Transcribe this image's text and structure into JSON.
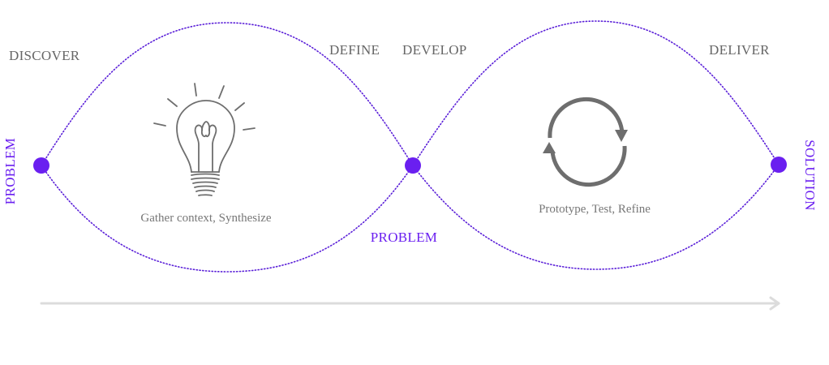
{
  "colors": {
    "accent": "#6a1ff0",
    "loop": "#5a1fd8",
    "label": "#666666",
    "caption": "#777777",
    "icon": "#6e6e6e",
    "arrow": "#dcdcdc"
  },
  "phases": {
    "discover": "DISCOVER",
    "define": "DEFINE",
    "develop": "DEVELOP",
    "deliver": "DELIVER"
  },
  "nodes": {
    "start_label": "PROBLEM",
    "middle_label": "PROBLEM",
    "end_label": "SOLUTION"
  },
  "captions": {
    "first_diamond": "Gather context, Synthesize",
    "second_diamond": "Prototype, Test, Refine"
  },
  "icons": {
    "first_diamond": "lightbulb-icon",
    "second_diamond": "refresh-cycle-icon",
    "timeline": "arrow-right-icon"
  }
}
